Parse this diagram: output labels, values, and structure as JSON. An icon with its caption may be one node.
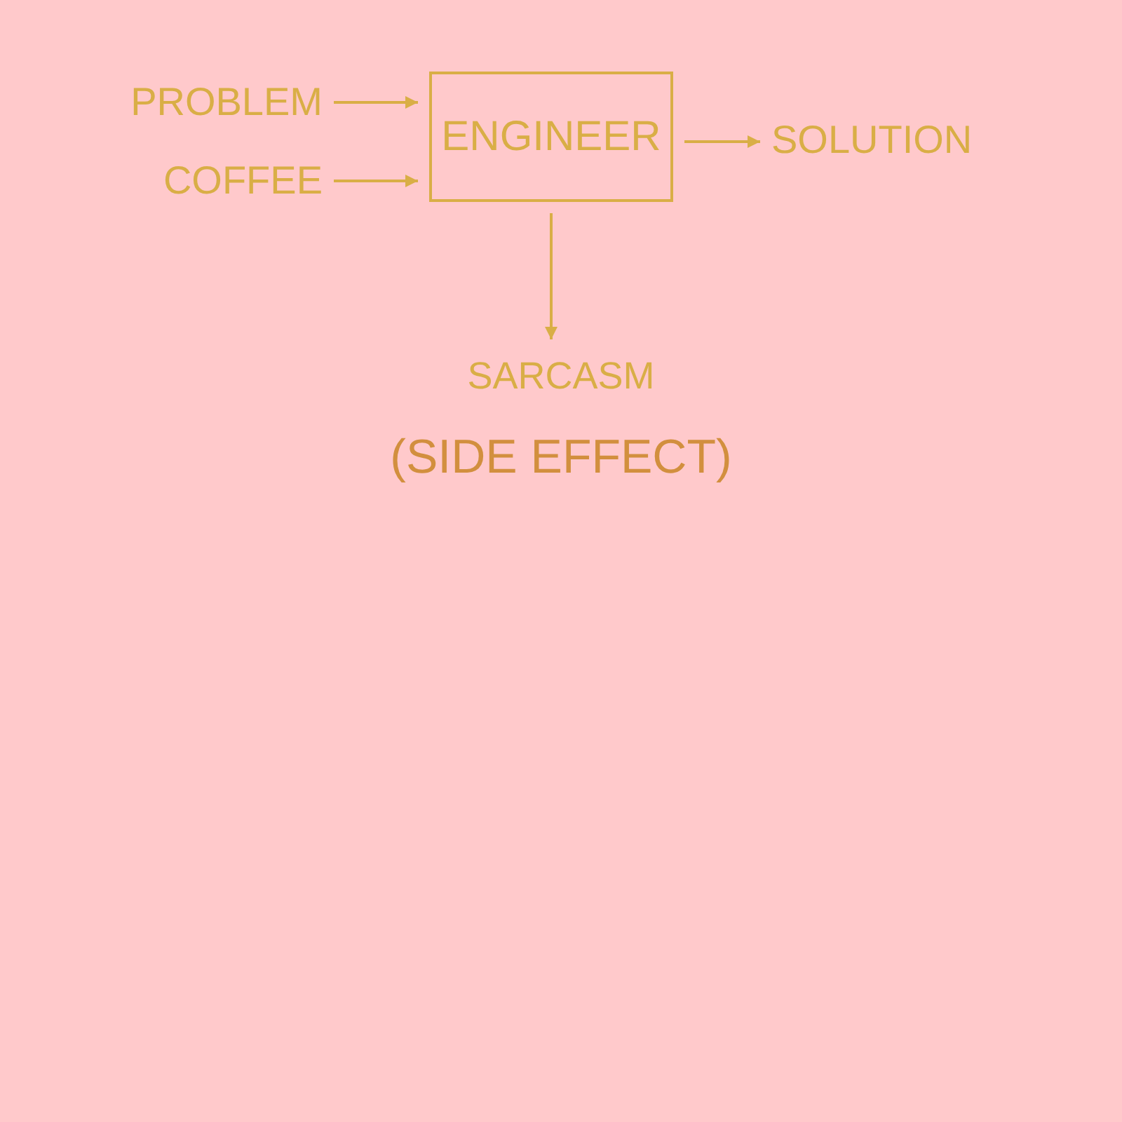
{
  "diagram": {
    "nodes": [
      {
        "text": [
          "PROBLEM"
        ]
      },
      {
        "text": [
          "COFFEE"
        ]
      },
      {
        "text": [
          "ENGINEER"
        ]
      },
      {
        "text": [
          "SOLUTION"
        ]
      },
      {
        "text": [
          "SARCASM"
        ],
        "beside": [
          "(SIDE EFFECT)"
        ]
      }
    ],
    "edges": [
      {
        "from": 0,
        "to": 2,
        "arrow": "to"
      },
      {
        "from": 1,
        "to": 2,
        "arrow": "to"
      },
      {
        "from": 2,
        "to": 3,
        "arrow": "to"
      },
      {
        "from": 2,
        "to": 4,
        "arrow": "to"
      }
    ]
  }
}
